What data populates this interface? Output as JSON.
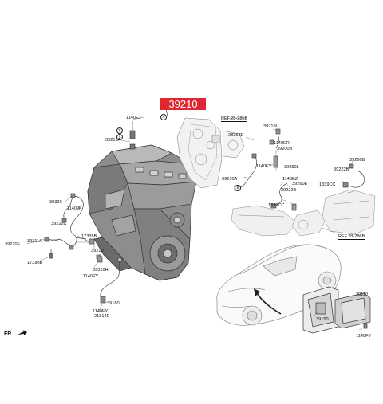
{
  "callout": {
    "part": "39210"
  },
  "orientation": "FR.",
  "references": [
    {
      "id": "ref-top",
      "text": "REF.28-285B"
    },
    {
      "id": "ref-bottom",
      "text": "REF.28-286B"
    }
  ],
  "circle_markers": [
    "A",
    "B",
    "A",
    "B"
  ],
  "part_labels": [
    {
      "id": "p1140ej",
      "text": "1140EJ"
    },
    {
      "id": "p39215a",
      "text": "39215A"
    },
    {
      "id": "p39320",
      "text": "39320"
    },
    {
      "id": "p1140jf",
      "text": "1140JF"
    },
    {
      "id": "p39222c",
      "text": "39222C"
    },
    {
      "id": "p39220f",
      "text": "39220F"
    },
    {
      "id": "p39311a",
      "text": "39311A"
    },
    {
      "id": "p17335b_a",
      "text": "17335B"
    },
    {
      "id": "p17335b_b",
      "text": "17335B"
    },
    {
      "id": "p39220",
      "text": "39220"
    },
    {
      "id": "p39310h",
      "text": "39310H"
    },
    {
      "id": "p1140fy_a",
      "text": "1140FY"
    },
    {
      "id": "p39180",
      "text": "39180"
    },
    {
      "id": "p1140fy_b",
      "text": "1140FY"
    },
    {
      "id": "p21814e",
      "text": "21814E"
    },
    {
      "id": "p39210u",
      "text": "39210U"
    },
    {
      "id": "p28368e",
      "text": "28368E"
    },
    {
      "id": "p1140er",
      "text": "1140ER"
    },
    {
      "id": "p39200b",
      "text": "39200B"
    },
    {
      "id": "p1140fy_c",
      "text": "1140FY"
    },
    {
      "id": "p39250l",
      "text": "39250L"
    },
    {
      "id": "p39210a",
      "text": "39210A"
    },
    {
      "id": "p1140ez",
      "text": "1140EZ"
    },
    {
      "id": "p39260e",
      "text": "39260E"
    },
    {
      "id": "p39222b_a",
      "text": "39222B"
    },
    {
      "id": "p1339cc_a",
      "text": "1339CC"
    },
    {
      "id": "p39260b",
      "text": "39260B"
    },
    {
      "id": "p39222b_b",
      "text": "39222B"
    },
    {
      "id": "p1339cc_b",
      "text": "1339CC"
    },
    {
      "id": "p39110",
      "text": "39110"
    },
    {
      "id": "p39150",
      "text": "39150"
    },
    {
      "id": "p1140fy_d",
      "text": "1140FY"
    }
  ]
}
